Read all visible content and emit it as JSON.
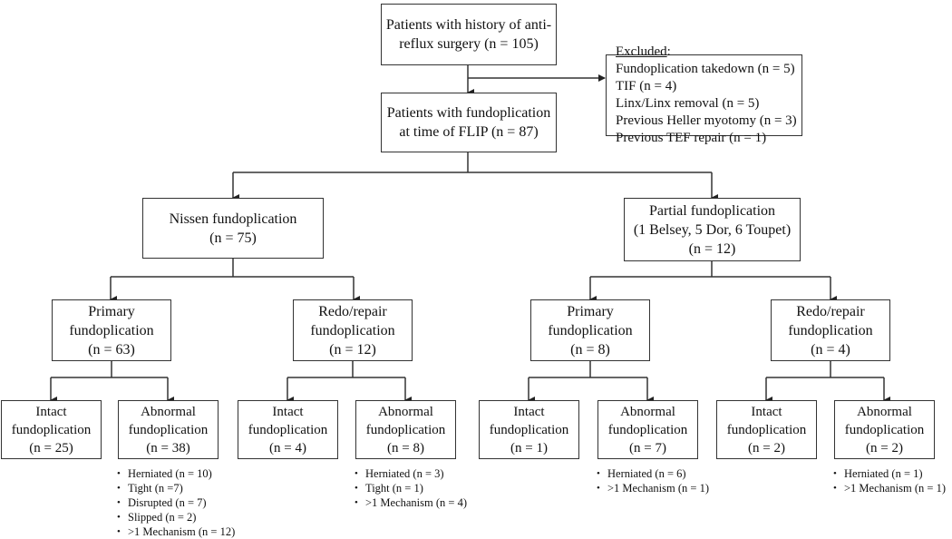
{
  "top": {
    "line1": "Patients with history of anti-",
    "line2": "reflux surgery (n = 105)"
  },
  "excluded": {
    "heading": "Excluded",
    "colon": ":",
    "items": [
      "Fundoplication takedown (n = 5)",
      "TIF (n = 4)",
      "Linx/Linx removal (n = 5)",
      "Previous Heller myotomy (n = 3)",
      "Previous TEF repair (n = 1)"
    ]
  },
  "flip": {
    "line1": "Patients with fundoplication",
    "line2": "at time of FLIP (n = 87)"
  },
  "nissen": {
    "line1": "Nissen fundoplication",
    "line2": "(n = 75)"
  },
  "partial": {
    "line1": "Partial fundoplication",
    "line2": "(1 Belsey, 5 Dor, 6 Toupet)",
    "line3": "(n = 12)"
  },
  "level3": [
    {
      "line1": "Primary",
      "line2": "fundoplication",
      "line3": "(n = 63)"
    },
    {
      "line1": "Redo/repair",
      "line2": "fundoplication",
      "line3": "(n = 12)"
    },
    {
      "line1": "Primary",
      "line2": "fundoplication",
      "line3": "(n = 8)"
    },
    {
      "line1": "Redo/repair",
      "line2": "fundoplication",
      "line3": "(n = 4)"
    }
  ],
  "level4": [
    {
      "line1": "Intact",
      "line2": "fundoplication",
      "line3": "(n = 25)",
      "bullets": []
    },
    {
      "line1": "Abnormal",
      "line2": "fundoplication",
      "line3": "(n = 38)",
      "bullets": [
        "Herniated (n = 10)",
        "Tight (n =7)",
        "Disrupted (n = 7)",
        "Slipped (n = 2)",
        ">1 Mechanism (n = 12)"
      ]
    },
    {
      "line1": "Intact",
      "line2": "fundoplication",
      "line3": "(n = 4)",
      "bullets": []
    },
    {
      "line1": "Abnormal",
      "line2": "fundoplication",
      "line3": "(n = 8)",
      "bullets": [
        "Herniated (n = 3)",
        "Tight (n = 1)",
        ">1 Mechanism (n = 4)"
      ]
    },
    {
      "line1": "Intact",
      "line2": "fundoplication",
      "line3": "(n = 1)",
      "bullets": []
    },
    {
      "line1": "Abnormal",
      "line2": "fundoplication",
      "line3": "(n = 7)",
      "bullets": [
        "Herniated (n = 6)",
        ">1 Mechanism (n = 1)"
      ]
    },
    {
      "line1": "Intact",
      "line2": "fundoplication",
      "line3": "(n = 2)",
      "bullets": []
    },
    {
      "line1": "Abnormal",
      "line2": "fundoplication",
      "line3": "(n = 2)",
      "bullets": [
        "Herniated (n = 1)",
        ">1 Mechanism (n = 1)"
      ]
    }
  ]
}
